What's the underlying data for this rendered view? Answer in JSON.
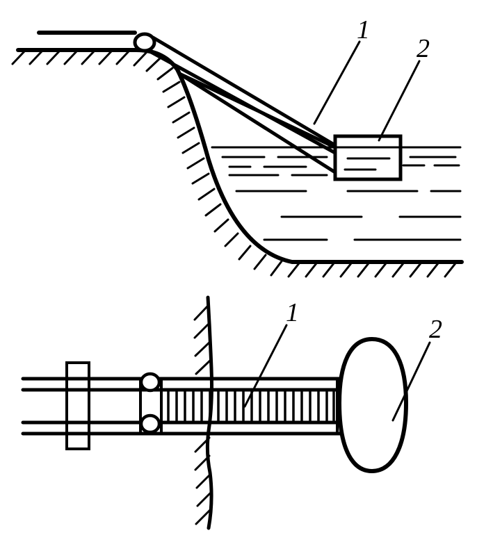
{
  "colors": {
    "ink": "#000000",
    "background": "#ffffff"
  },
  "side_view": {
    "labels": {
      "pipe": "1",
      "dredge": "2"
    }
  },
  "plan_view": {
    "labels": {
      "pipe": "1",
      "dredge": "2"
    }
  }
}
